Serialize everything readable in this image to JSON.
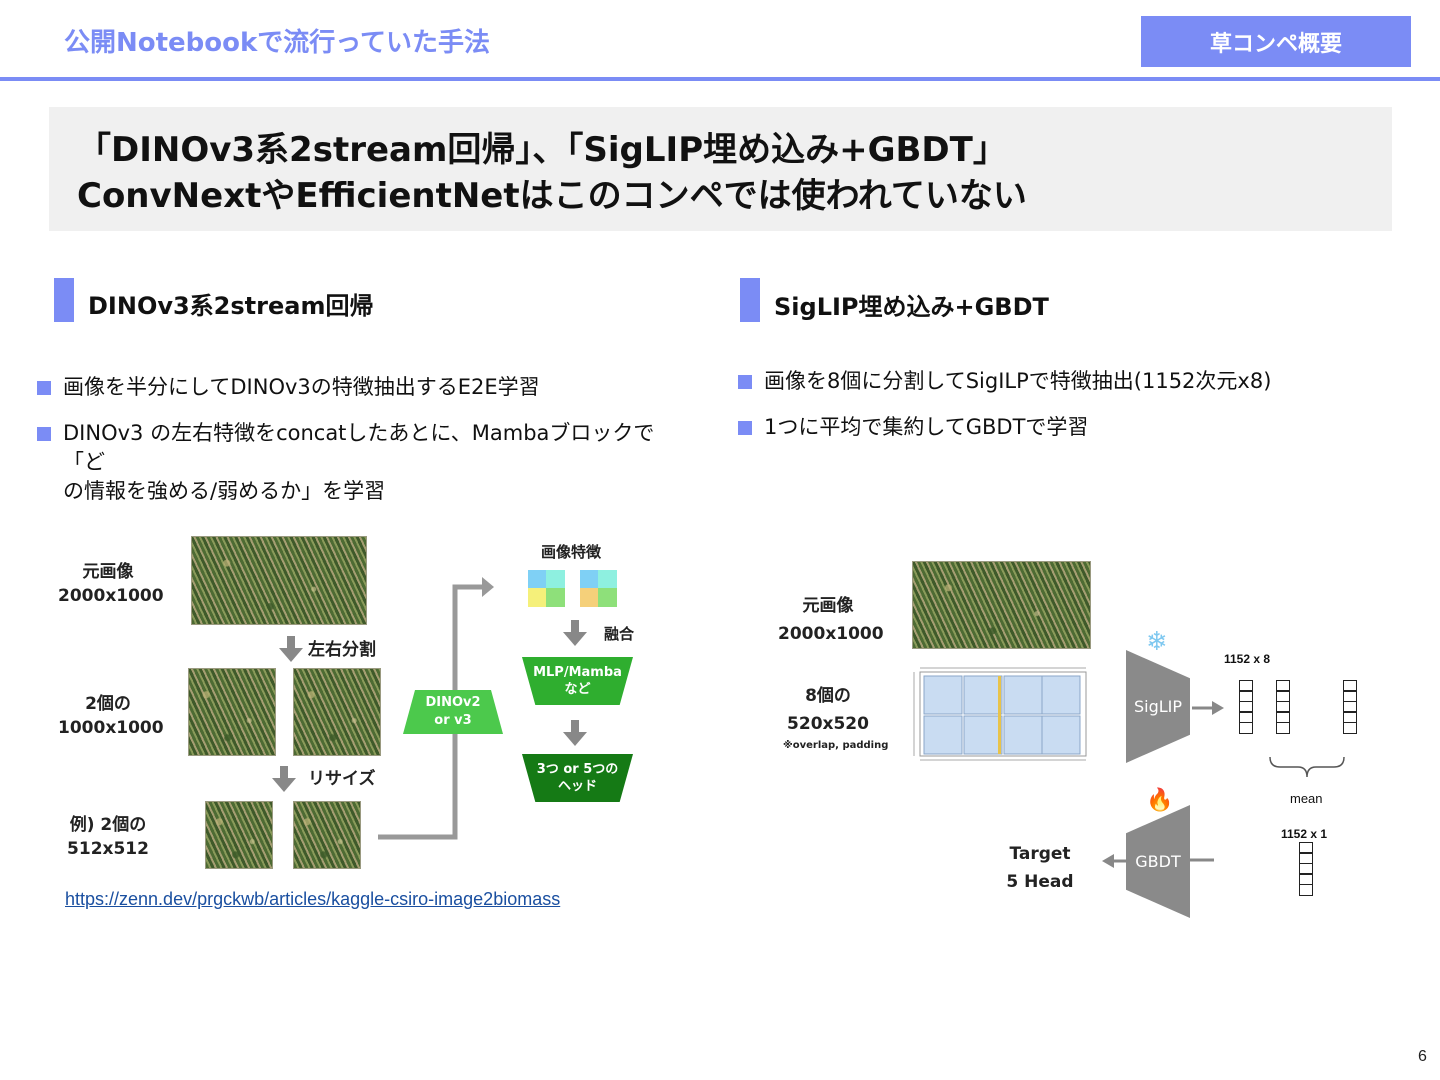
{
  "header": {
    "title": "公開Notebookで流行っていた手法",
    "badge": "草コンペ概要"
  },
  "summary": {
    "line1": "「DINOv3系2stream回帰」、「SigLIP埋め込み+GBDT」",
    "line2": "ConvNextやEfficientNetはこのコンペでは使われていない"
  },
  "left": {
    "title": "DINOv3系2stream回帰",
    "bullets": [
      "画像を半分にしてDINOv3の特徴抽出するE2E学習",
      "DINOv3 の左右特徴をconcatしたあとに、Mambaブロックで「どの情報を強める/弱めるか」を学習"
    ],
    "bullet2_line1": "DINOv3 の左右特徴をconcatしたあとに、Mambaブロックで「ど",
    "bullet2_line2": "の情報を強める/弱めるか」を学習",
    "diagram": {
      "label_original_1": "元画像",
      "label_original_2": "2000x1000",
      "step_split": "左右分割",
      "label_two_1": "2個の",
      "label_two_2": "1000x1000",
      "step_resize": "リサイズ",
      "label_example_1": "例) 2個の",
      "label_example_2": "512x512",
      "dino_1": "DINOv2",
      "dino_2": "or v3",
      "features_label": "画像特徴",
      "fuse_label": "融合",
      "mlp_1": "MLP/Mamba",
      "mlp_2": "など",
      "heads_1": "3つ or 5つの",
      "heads_2": "ヘッド"
    },
    "link": "https://zenn.dev/prgckwb/articles/kaggle-csiro-image2biomass"
  },
  "right": {
    "title": "SigLIP埋め込み+GBDT",
    "bullets": [
      "画像を8個に分割してSigILPで特徴抽出(1152次元x8)",
      "1つに平均で集約してGBDTで学習"
    ],
    "diagram": {
      "label_original_1": "元画像",
      "label_original_2": "2000x1000",
      "label_eight_1": "8個の",
      "label_eight_2": "520x520",
      "note": "※overlap, padding",
      "siglip": "SigLIP",
      "dim_8": "1152 x 8",
      "mean": "mean",
      "dim_1": "1152 x 1",
      "gbdt": "GBDT",
      "target_1": "Target",
      "target_2": "5 Head",
      "frozen_icon": "snowflake-icon",
      "train_icon": "fire-icon"
    }
  },
  "page_number": "6",
  "colors": {
    "accent": "#7b8cf5",
    "green_light": "#4cc94c",
    "green_mid": "#2fae2f",
    "green_dark": "#157a15",
    "gray_block": "#8a8a8a"
  }
}
